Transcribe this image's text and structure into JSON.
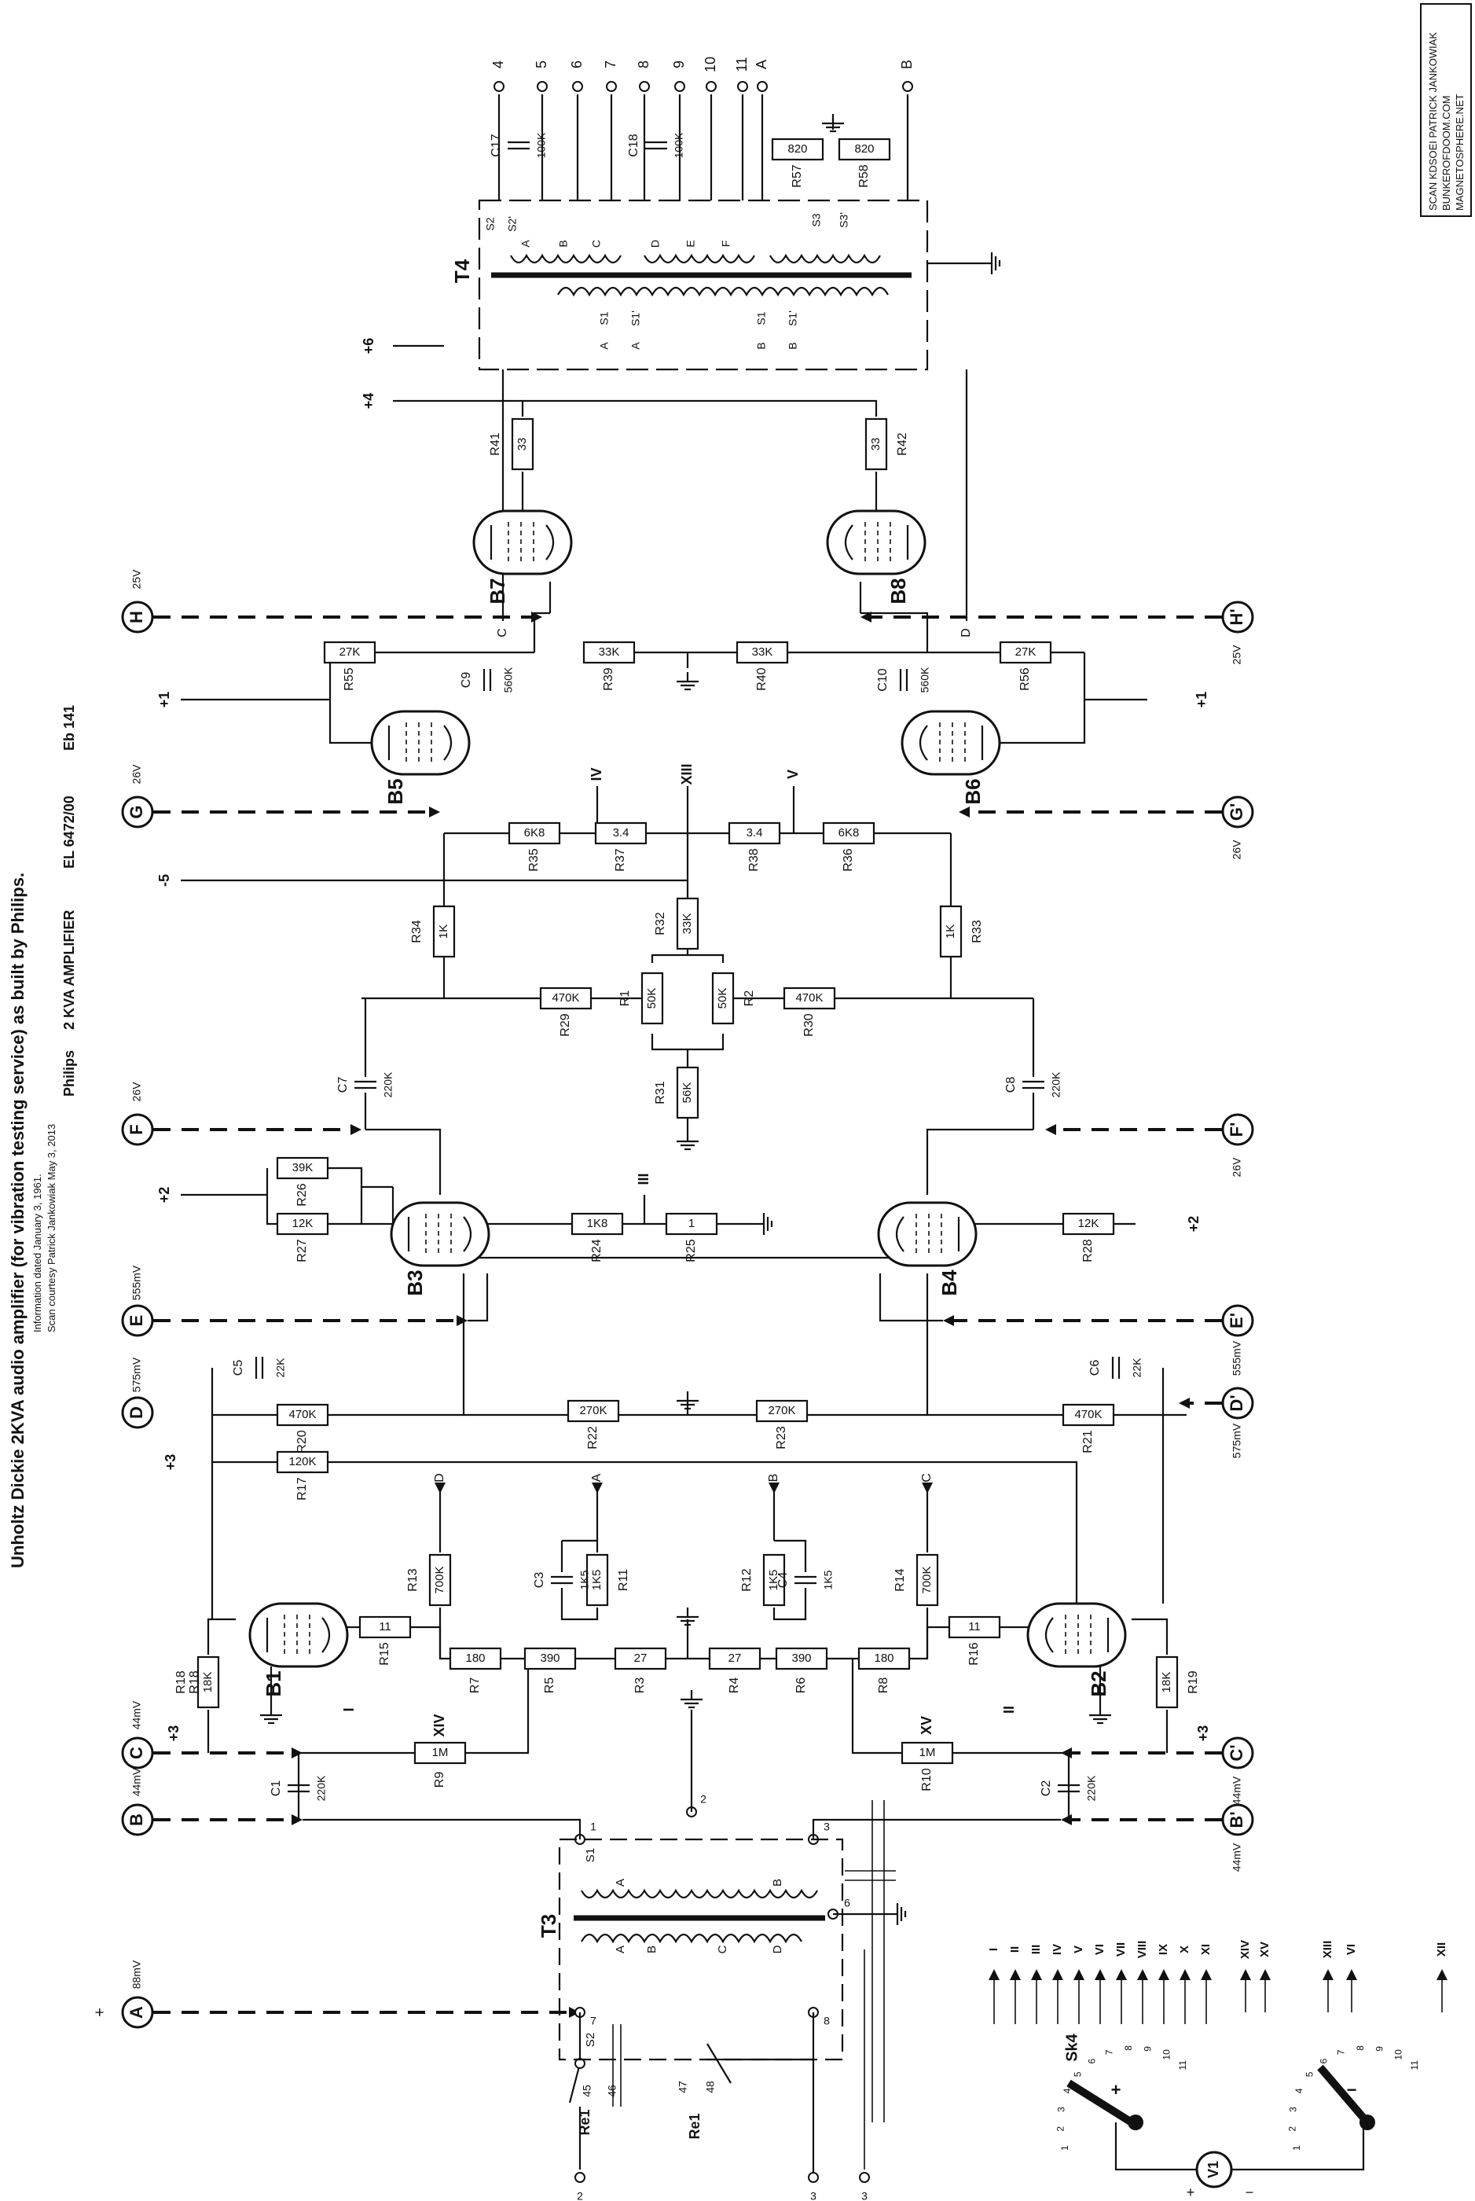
{
  "header": {
    "title": "Unholtz Dickie 2KVA audio amplifier (for vibration testing service)  as built by Philips.",
    "info_date": "Information dated January 3, 1961.",
    "scan_courtesy": "Scan courtesy Patrick Jankowiak May 3, 2013",
    "brand": "Philips",
    "model": "2 KVA AMPLIFIER",
    "part_no": "EL 6472/00",
    "eb": "Eb 141"
  },
  "credit": {
    "line1": "SCAN KDSOEI PATRICK JANKOWIAK",
    "line2": "BUNKEROFDOOM.COM",
    "line3": "MAGNETOSPHERE.NET"
  },
  "test_points": [
    {
      "id": "A",
      "label": "A",
      "level": "88mV",
      "sign": "+"
    },
    {
      "id": "B",
      "label": "B",
      "level": "44mV"
    },
    {
      "id": "C",
      "label": "C",
      "level": "44mV"
    },
    {
      "id": "D",
      "label": "D",
      "level": "575mV"
    },
    {
      "id": "E",
      "label": "E",
      "level": "555mV"
    },
    {
      "id": "F",
      "label": "F",
      "level": "26V"
    },
    {
      "id": "G",
      "label": "G",
      "level": "26V"
    },
    {
      "id": "H",
      "label": "H",
      "level": "25V"
    },
    {
      "id": "Bp",
      "label": "B'",
      "level": "44mV"
    },
    {
      "id": "Cp",
      "label": "C'",
      "level": "44mV"
    },
    {
      "id": "Dp",
      "label": "D'",
      "level": "575mV"
    },
    {
      "id": "Ep",
      "label": "E'",
      "level": "555mV"
    },
    {
      "id": "Fp",
      "label": "F'",
      "level": "26V"
    },
    {
      "id": "Gp",
      "label": "G'",
      "level": "26V"
    },
    {
      "id": "Hp",
      "label": "H'",
      "level": "25V"
    }
  ],
  "tubes": [
    "B1",
    "B2",
    "B3",
    "B4",
    "B5",
    "B6",
    "B7",
    "B8"
  ],
  "transformers": [
    "T3",
    "T4"
  ],
  "resistors": [
    {
      "ref": "R1",
      "value": "50K"
    },
    {
      "ref": "R2",
      "value": "50K"
    },
    {
      "ref": "R3",
      "value": "27"
    },
    {
      "ref": "R4",
      "value": "27"
    },
    {
      "ref": "R5",
      "value": "390"
    },
    {
      "ref": "R6",
      "value": "390"
    },
    {
      "ref": "R7",
      "value": "180"
    },
    {
      "ref": "R8",
      "value": "180"
    },
    {
      "ref": "R9",
      "value": "1M"
    },
    {
      "ref": "R10",
      "value": "1M"
    },
    {
      "ref": "R11",
      "value": "1K5"
    },
    {
      "ref": "R12",
      "value": "1K5"
    },
    {
      "ref": "R13",
      "value": "700K"
    },
    {
      "ref": "R14",
      "value": "700K"
    },
    {
      "ref": "R15",
      "value": "11"
    },
    {
      "ref": "R16",
      "value": "11"
    },
    {
      "ref": "R17",
      "value": "120K"
    },
    {
      "ref": "R18",
      "value": "18K"
    },
    {
      "ref": "R19",
      "value": "18K"
    },
    {
      "ref": "R20",
      "value": "470K"
    },
    {
      "ref": "R21",
      "value": "470K"
    },
    {
      "ref": "R22",
      "value": "270K"
    },
    {
      "ref": "R23",
      "value": "270K"
    },
    {
      "ref": "R24",
      "value": "1K8"
    },
    {
      "ref": "R25",
      "value": "1"
    },
    {
      "ref": "R26",
      "value": "39K"
    },
    {
      "ref": "R27",
      "value": "12K"
    },
    {
      "ref": "R28",
      "value": "12K"
    },
    {
      "ref": "R29",
      "value": "470K"
    },
    {
      "ref": "R30",
      "value": "470K"
    },
    {
      "ref": "R31",
      "value": "56K"
    },
    {
      "ref": "R32",
      "value": "33K"
    },
    {
      "ref": "R33",
      "value": "1K"
    },
    {
      "ref": "R34",
      "value": "1K"
    },
    {
      "ref": "R35",
      "value": "6K8"
    },
    {
      "ref": "R36",
      "value": "6K8"
    },
    {
      "ref": "R37",
      "value": "3.4"
    },
    {
      "ref": "R38",
      "value": "3.4"
    },
    {
      "ref": "R39",
      "value": "33K"
    },
    {
      "ref": "R40",
      "value": "33K"
    },
    {
      "ref": "R41",
      "value": "33"
    },
    {
      "ref": "R42",
      "value": "33"
    },
    {
      "ref": "R55",
      "value": "27K"
    },
    {
      "ref": "R56",
      "value": "27K"
    },
    {
      "ref": "R57",
      "value": "820"
    },
    {
      "ref": "R58",
      "value": "820"
    }
  ],
  "capacitors": [
    {
      "ref": "C1",
      "value": "220K"
    },
    {
      "ref": "C2",
      "value": "220K"
    },
    {
      "ref": "C3",
      "value": "1K5"
    },
    {
      "ref": "C4",
      "value": "1K5"
    },
    {
      "ref": "C5",
      "value": "22K"
    },
    {
      "ref": "C6",
      "value": "22K"
    },
    {
      "ref": "C7",
      "value": "220K"
    },
    {
      "ref": "C8",
      "value": "220K"
    },
    {
      "ref": "C9",
      "value": "560K"
    },
    {
      "ref": "C10",
      "value": "560K"
    },
    {
      "ref": "C17",
      "value": "100K"
    },
    {
      "ref": "C18",
      "value": "100K"
    }
  ],
  "supplies": [
    "+1",
    "+2",
    "+3",
    "+4",
    "-5",
    "+6"
  ],
  "roman_points": [
    "I",
    "II",
    "III",
    "IV",
    "V",
    "XIII",
    "XIV",
    "XV"
  ],
  "t4_taps": [
    "4",
    "5",
    "6",
    "7",
    "8",
    "9",
    "10",
    "11",
    "A",
    "B"
  ],
  "relay": {
    "ref": "Re1",
    "contacts": [
      "45",
      "46",
      "47",
      "48"
    ]
  },
  "meter": {
    "switch": "Sk4",
    "meter": "V1",
    "left_labels": [
      "I",
      "II",
      "III",
      "IV",
      "V",
      "VI",
      "VII",
      "VIII",
      "IX",
      "X",
      "XI"
    ],
    "right_labels": [
      "XIV",
      "XV",
      "XIII",
      "VI",
      "XII"
    ]
  }
}
